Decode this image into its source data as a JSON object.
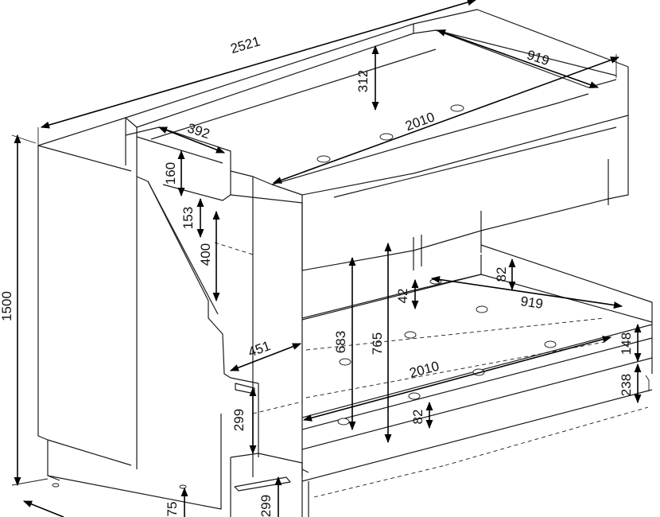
{
  "drawing": {
    "overall_length": "2521",
    "overall_height": "1500",
    "top_bunk_width": "919",
    "top_bunk_length": "2010",
    "top_rail_height": "312",
    "stair_top_depth": "392",
    "stair_top_step": "160",
    "stair_step_a": "153",
    "stair_step_b": "400",
    "stair_depth": "451",
    "drawer_step_height": "299",
    "drawer_step_height_low": "299",
    "bottom_clearance": "683",
    "lower_bunk_height": "765",
    "lower_rail_height": "42",
    "lower_end_rail": "82",
    "lower_bunk_width": "919",
    "lower_bunk_length": "2010",
    "lower_front_rail": "82",
    "trundle_rail": "148",
    "trundle_height": "238",
    "foot_height": "75"
  }
}
